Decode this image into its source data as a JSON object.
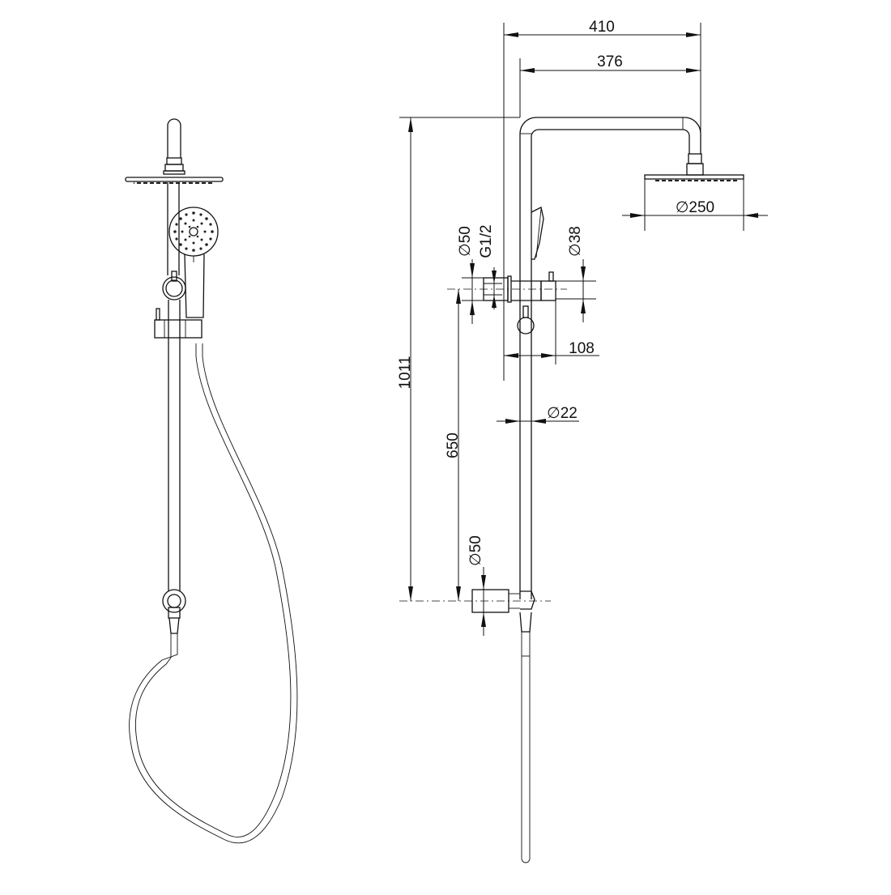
{
  "drawing": {
    "title": "Shower rail technical drawing",
    "views": [
      {
        "name": "front-view"
      },
      {
        "name": "side-view"
      }
    ],
    "unit": "mm",
    "colors": {
      "line": "#111111",
      "background": "#ffffff"
    }
  },
  "dimensions": {
    "overall_width": "410",
    "arm_reach": "376",
    "overall_height": "1011",
    "head_diameter": "∅250",
    "top_bracket_diameter": "∅50",
    "inlet_thread": "G1/2",
    "handshower_diameter": "∅38",
    "holder_projection": "108",
    "rail_diameter": "∅22",
    "bracket_spacing": "650",
    "bottom_bracket_diameter": "∅50"
  }
}
